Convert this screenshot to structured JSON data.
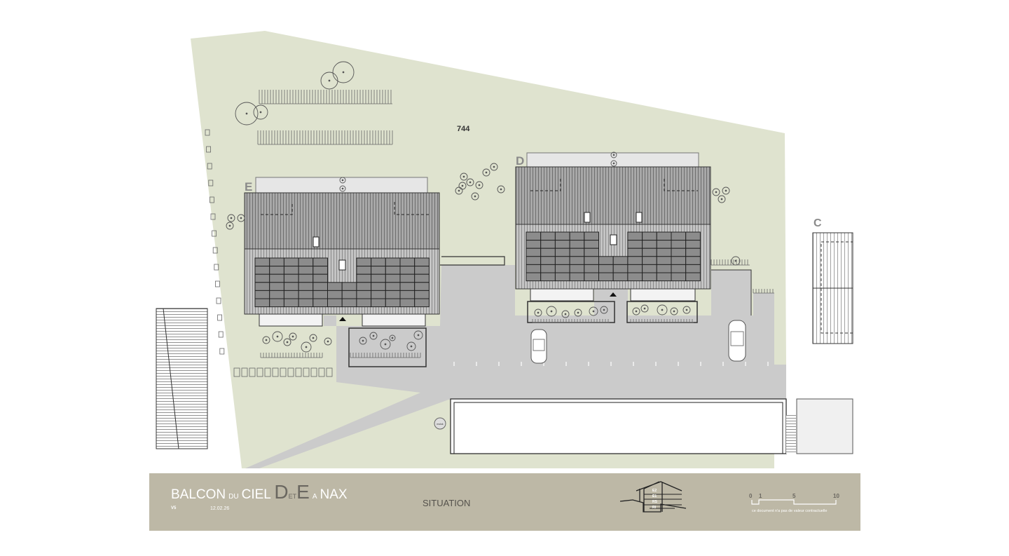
{
  "plan": {
    "parcel_number": "744",
    "buildings": {
      "E": "E",
      "D": "D",
      "C": "C"
    },
    "waste_point_label": "molok"
  },
  "title_block": {
    "title_main_1": "BALCON",
    "title_du": "DU",
    "title_main_2": "CIEL",
    "title_d": "D",
    "title_et": "ET",
    "title_e": "E",
    "title_a": "A",
    "title_nax": "NAX",
    "version": "V5",
    "date": "12.02.26",
    "sheet": "SITUATION",
    "section_levels": [
      "E2",
      "E1",
      "RS",
      "RI"
    ],
    "scale_ticks": [
      "0",
      "1",
      "5",
      "10"
    ],
    "disclaimer": "ce document n'a pas de valeur contractuelle"
  },
  "colors": {
    "parcel": "#dfe3cf",
    "road": "#cbcbcb",
    "roof": "#9a9a9a",
    "solar": "#8c8c8c",
    "title_block": "#bdb8a6"
  }
}
